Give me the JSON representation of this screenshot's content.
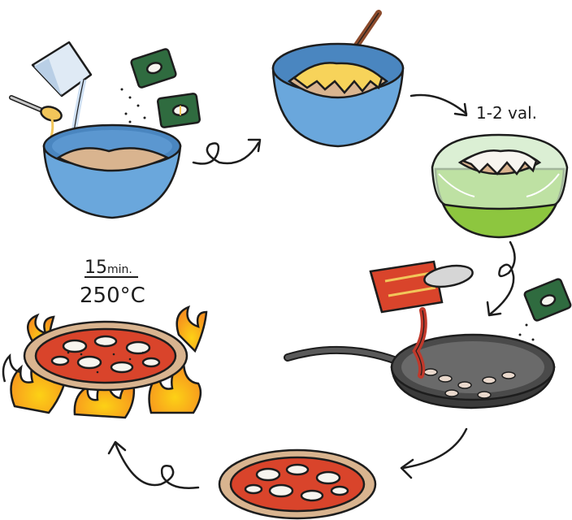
{
  "labels": {
    "rise_time": "1-2 val.",
    "bake_minutes": "15",
    "bake_minutes_unit": "min.",
    "bake_temperature": "250°C"
  },
  "colors": {
    "bowl_blue": "#6aa7dc",
    "bowl_green": "#8dc63f",
    "dough": "#d9b48f",
    "sauce_red": "#d9442b",
    "cheese_white": "#f7f5ef",
    "yeast_pack_green": "#2f6b3f",
    "flame_orange": "#f7931e",
    "flame_yellow": "#fcd116",
    "pan_gray": "#4a4a4a",
    "outline": "#1d1d1d"
  },
  "icons": [
    "measuring-cup-icon",
    "spoon-icon",
    "yeast-packet-icon",
    "mixing-bowl-icon",
    "brush-icon",
    "covered-bowl-icon",
    "tomato-can-icon",
    "frying-pan-icon",
    "pizza-icon",
    "flame-icon",
    "curly-arrow-icon"
  ]
}
